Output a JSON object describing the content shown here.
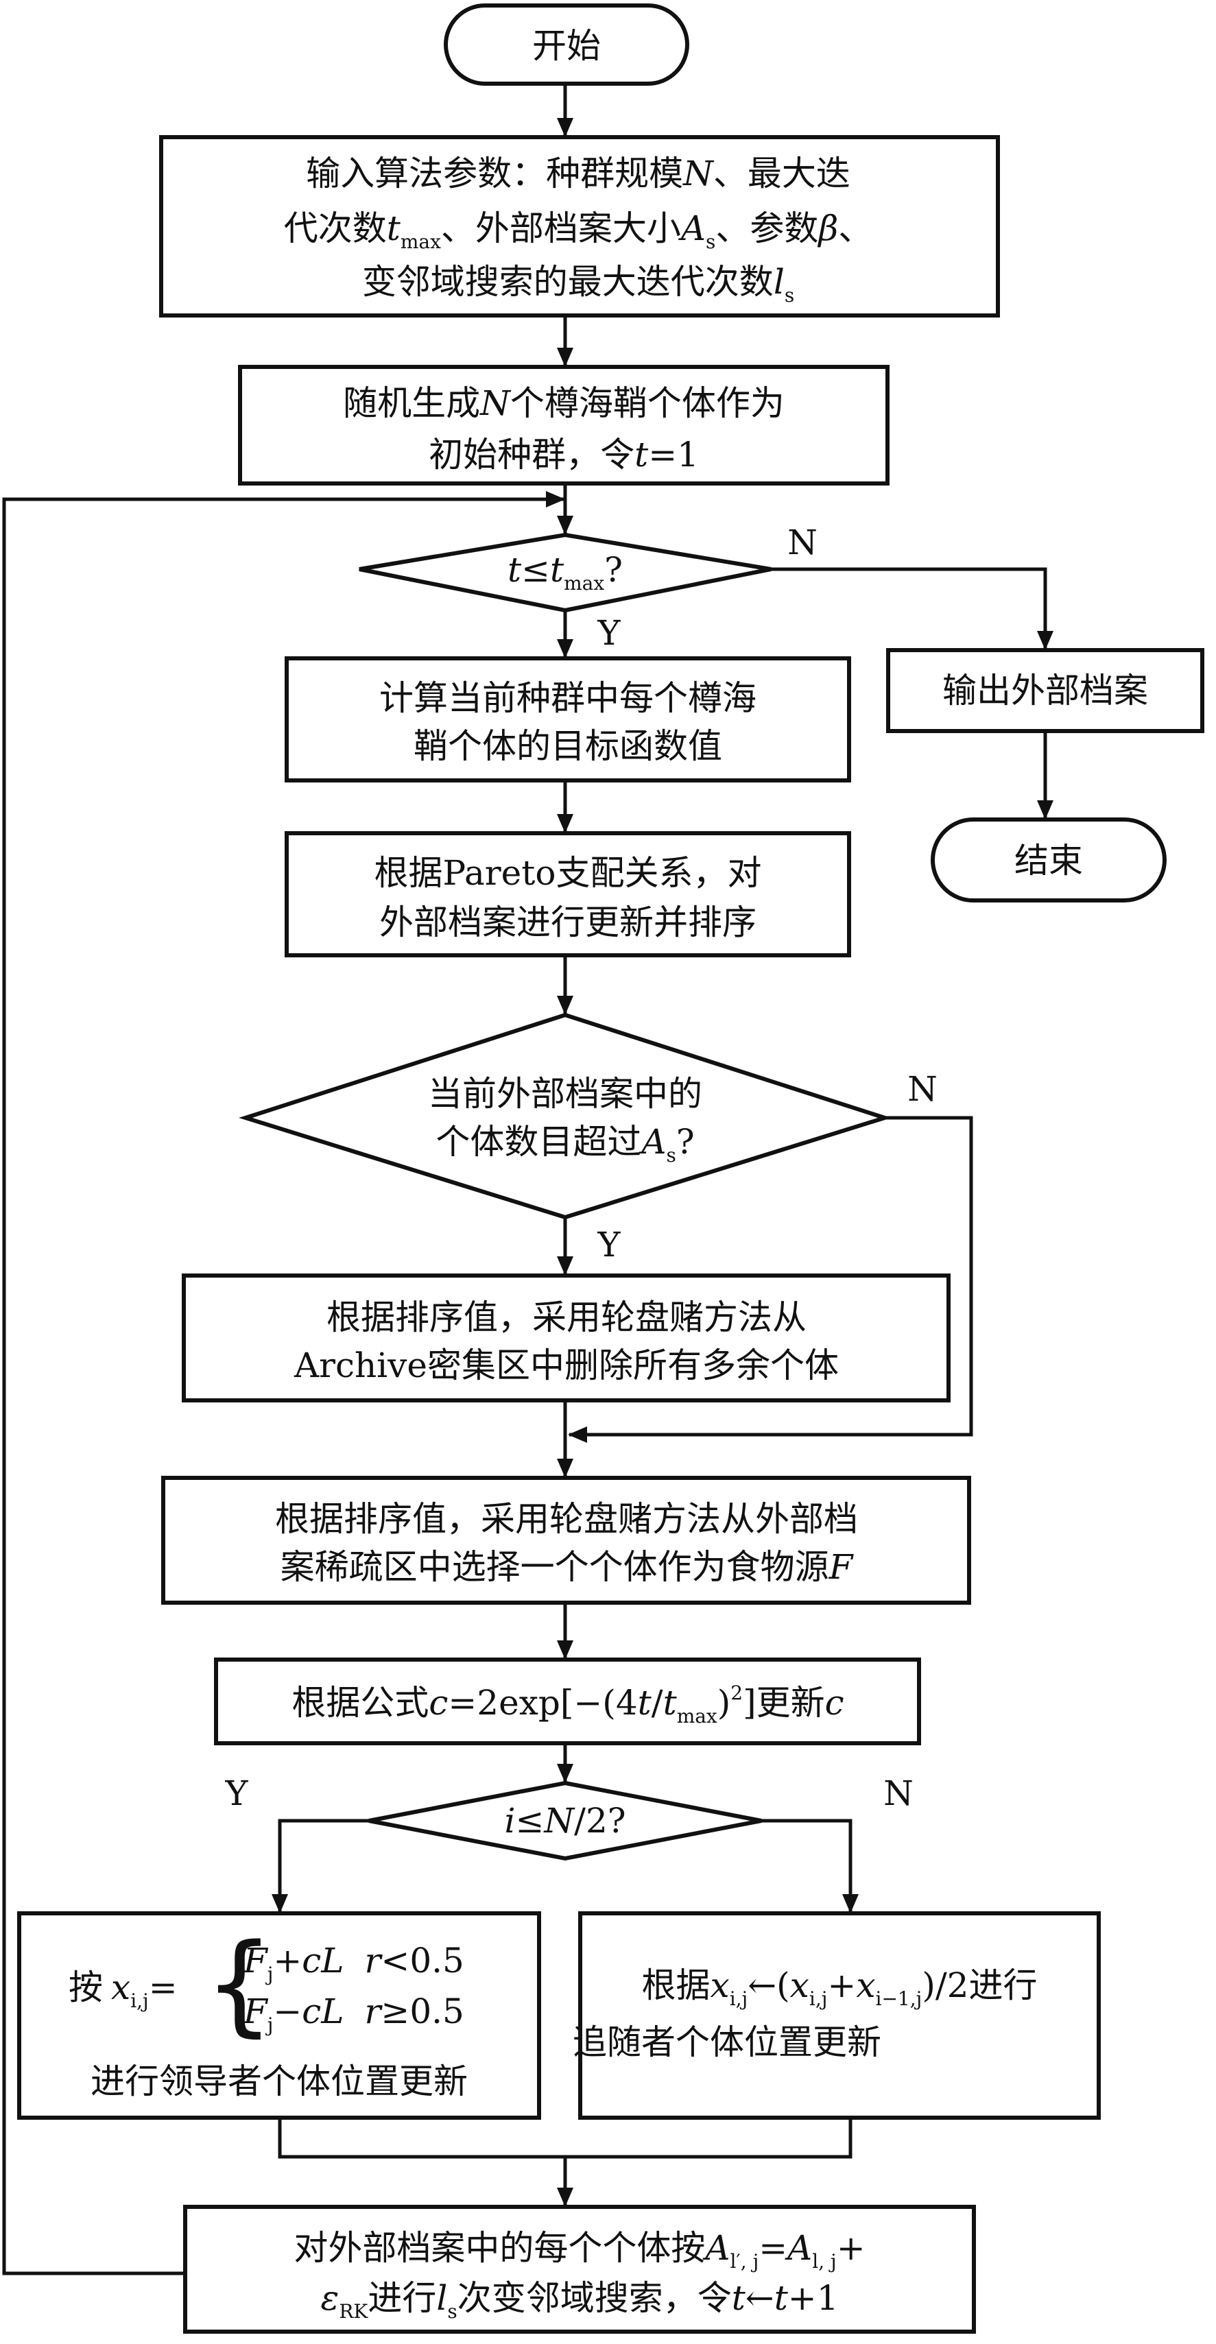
{
  "nodes": {
    "start": "开始",
    "params": {
      "line1_a": "输入算法参数：种群规模",
      "line1_N": "N",
      "line1_b": "、最大迭",
      "line2_a": "代次数",
      "line2_t": "t",
      "line2_tsub": "max",
      "line2_b": "、外部档案大小",
      "line2_A": "A",
      "line2_Asub": "s",
      "line2_c": "、参数",
      "line2_beta": "β",
      "line2_d": "、",
      "line3_a": "变邻域搜索的最大迭代次数",
      "line3_l": "l",
      "line3_lsub": "s"
    },
    "init": {
      "line1_a": "随机生成",
      "line1_N": "N",
      "line1_b": "个樽海鞘个体作为",
      "line2_a": "初始种群，令",
      "line2_t": "t",
      "line2_b": "=1"
    },
    "loop_check": {
      "t": "t",
      "op": "≤",
      "tmax": "t",
      "tmax_sub": "max",
      "q": "?"
    },
    "output": "输出外部档案",
    "end": "结束",
    "compute": {
      "line1": "计算当前种群中每个樽海",
      "line2": "鞘个体的目标函数值"
    },
    "update_archive": {
      "line1": "根据Pareto支配关系，对",
      "line2": "外部档案进行更新并排序"
    },
    "overflow_check": {
      "line1": "当前外部档案中的",
      "line2_a": "个体数目超过",
      "line2_A": "A",
      "line2_Asub": "s",
      "line2_q": "?"
    },
    "delete": {
      "line1": "根据排序值，采用轮盘赌方法从",
      "line2": "Archive密集区中删除所有多余个体"
    },
    "select": {
      "line1": "根据排序值，采用轮盘赌方法从外部档",
      "line2_a": "案稀疏区中选择一个个体作为食物源",
      "line2_F": "F"
    },
    "update_c": {
      "a": "根据公式",
      "c1": "c",
      "b": "=2exp[−(4",
      "t": "t",
      "slash": "/",
      "t2": "t",
      "tsub": "max",
      "close": ")",
      "sup": "2",
      "d": "]更新",
      "c2": "c"
    },
    "half_check": {
      "i": "i",
      "op": "≤",
      "N": "N",
      "rest": "/2?"
    },
    "leader": {
      "prefix": "按",
      "x": "x",
      "xsub": "i,j",
      "eq": "=",
      "case1_F": "F",
      "case1_Fsub": "j",
      "case1_op": "+",
      "case1_c": "cL",
      "case1_r": "r",
      "case1_cond": "<0.5",
      "case2_F": "F",
      "case2_Fsub": "j",
      "case2_op": "−",
      "case2_c": "cL",
      "case2_r": "r",
      "case2_cond": "≥0.5",
      "line2": "进行领导者个体位置更新"
    },
    "follower": {
      "a": "根据",
      "x": "x",
      "xsub": "i,j",
      "arrow": "←(",
      "x2": "x",
      "x2sub": "i,j",
      "plus": "+",
      "x3": "x",
      "x3sub": "i−1,j",
      "b": ")/2进行",
      "line2": "追随者个体位置更新"
    },
    "vns": {
      "line1_a": "对外部档案中的每个个体按",
      "A1": "A",
      "A1sub": "l′, j",
      "eq": "=",
      "A2": "A",
      "A2sub": "l, j",
      "plus": "+",
      "eps": "ε",
      "eps_sub": "RK",
      "line2_a": "进行",
      "l": "l",
      "lsub": "s",
      "line2_b": "次变邻域搜索，令",
      "t": "t",
      "arrow": "←",
      "t2": "t",
      "inc": "+1"
    }
  },
  "edge_labels": {
    "loop_no": "N",
    "loop_yes": "Y",
    "overflow_no": "N",
    "overflow_yes": "Y",
    "half_yes": "Y",
    "half_no": "N"
  }
}
